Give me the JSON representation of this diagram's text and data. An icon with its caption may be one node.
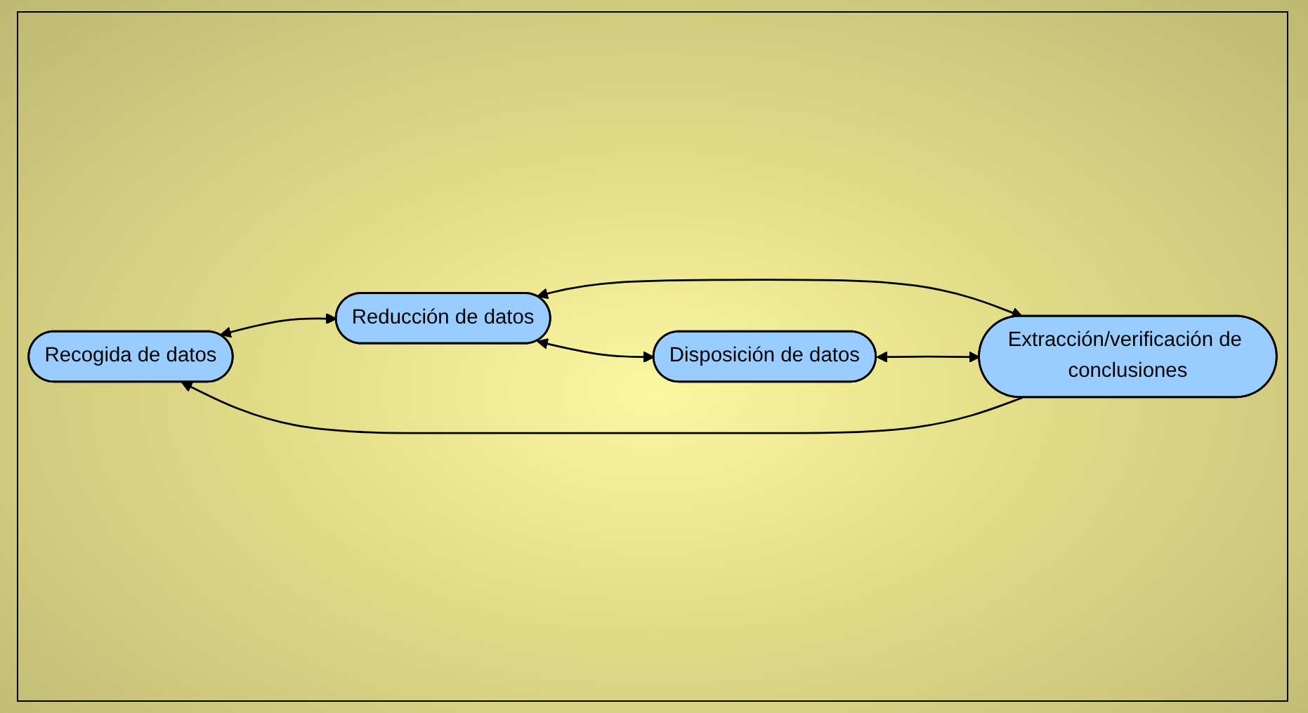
{
  "diagram": {
    "nodes": [
      {
        "text": [
          "Recogida de datos"
        ]
      },
      {
        "text": [
          "Disposición de datos"
        ]
      },
      {
        "text": [
          "Reducción de datos"
        ]
      },
      {
        "text": [
          "Extracción/verificación de conclusiones"
        ]
      }
    ],
    "edges": [
      {
        "from": 0,
        "to": 2,
        "arrow": "both"
      },
      {
        "from": 2,
        "to": 1,
        "arrow": "both"
      },
      {
        "from": 2,
        "to": 3,
        "arrow": "both"
      },
      {
        "from": 1,
        "to": 3,
        "arrow": "both"
      },
      {
        "from": 3,
        "to": 0,
        "arrow": "to"
      }
    ]
  }
}
